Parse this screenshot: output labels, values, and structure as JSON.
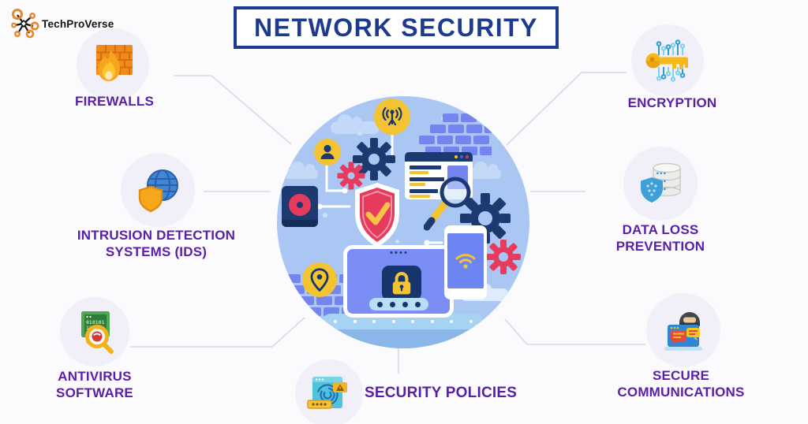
{
  "brand": {
    "name": "TechProVerse"
  },
  "title": {
    "text": "NETWORK SECURITY"
  },
  "nodes": [
    {
      "id": "firewalls",
      "label": "FIREWALLS",
      "icon": "firewall-flame-icon"
    },
    {
      "id": "encryption",
      "label": "ENCRYPTION",
      "icon": "circuit-key-icon"
    },
    {
      "id": "intrusion-detection",
      "label": "INTRUSION DETECTION SYSTEMS (IDS)",
      "icon": "globe-shield-icon"
    },
    {
      "id": "data-loss-prevention",
      "label": "DATA LOSS PREVENTION",
      "icon": "database-shield-icon"
    },
    {
      "id": "antivirus-software",
      "label": "ANTIVIRUS SOFTWARE",
      "icon": "monitor-magnifier-icon"
    },
    {
      "id": "secure-communications",
      "label": "SECURE COMMUNICATIONS",
      "icon": "hacker-chat-laptop-icon"
    },
    {
      "id": "security-policies",
      "label": "SECURITY POLICIES",
      "icon": "fingerprint-card-icon"
    }
  ],
  "center_icons": [
    "antenna-icon",
    "person-icon",
    "gear-icon",
    "shield-check-icon",
    "browser-window-icon",
    "magnifier-icon",
    "brick-wall-icon",
    "storage-drive-icon",
    "location-pin-icon",
    "laptop-lock-icon",
    "password-dots-icon",
    "smartphone-wifi-icon"
  ],
  "colors": {
    "title_navy": "#1d3b8e",
    "label_purple": "#5a1fa8",
    "center_circle_blue": "#a9c7f2",
    "periwinkle": "#7585f0",
    "accent_pink": "#e73b5e",
    "accent_yellow": "#f3c331",
    "accent_navy": "#1c3a70",
    "connector_gray": "#d9d9de",
    "badge_background": "#f1f0f8",
    "brand_orange": "#e8872c"
  }
}
